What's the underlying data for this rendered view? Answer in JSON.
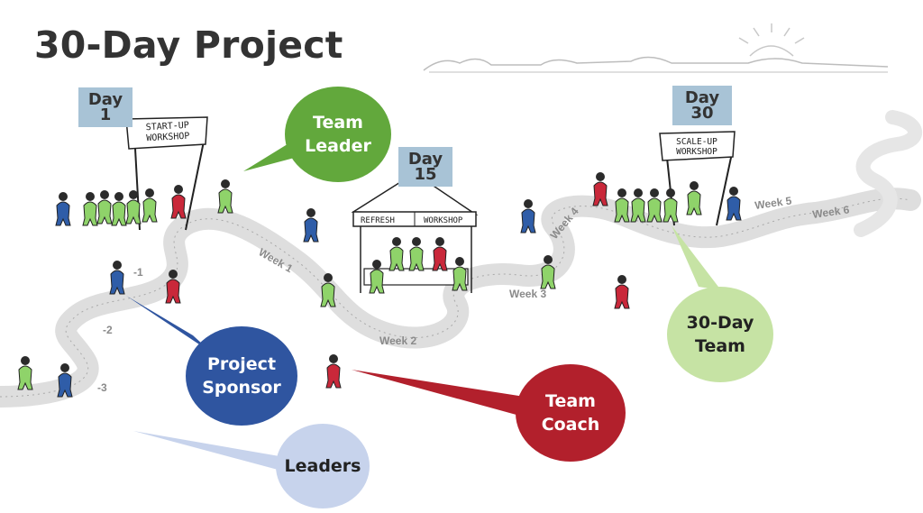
{
  "title": "30-Day Project",
  "day_markers": [
    {
      "label": "Day\n1"
    },
    {
      "label": "Day\n15"
    },
    {
      "label": "Day\n30"
    }
  ],
  "signs": {
    "startup": "START-UP\nWORKSHOP",
    "refresh": "REFRESH",
    "workshop": "WORKSHOP",
    "scaleup": "SCALE-UP\nWORKSHOP"
  },
  "path_labels": {
    "m1": "-1",
    "m2": "-2",
    "m3": "-3",
    "w1": "Week 1",
    "w2": "Week 2",
    "w3": "Week 3",
    "w4": "Week 4",
    "w5": "Week 5",
    "w6": "Week 6"
  },
  "roles": {
    "team_leader": {
      "label": "Team\nLeader",
      "color": "#62a83c"
    },
    "thirty_day_team": {
      "label": "30-Day\nTeam",
      "color": "#c6e3a4"
    },
    "project_sponsor": {
      "label": "Project\nSponsor",
      "color": "#2f55a0"
    },
    "team_coach": {
      "label": "Team\nCoach",
      "color": "#b2202c"
    },
    "leaders": {
      "label": "Leaders",
      "color": "#c7d3ec"
    }
  },
  "colors": {
    "team_green": "#8fd36a",
    "leader_green": "#62a83c",
    "coach_red": "#c9283a",
    "sponsor_blue": "#2f5da8",
    "path_gray": "#e1e1e1",
    "title_gray": "#333333",
    "tag_blue": "#a8c3d6"
  }
}
